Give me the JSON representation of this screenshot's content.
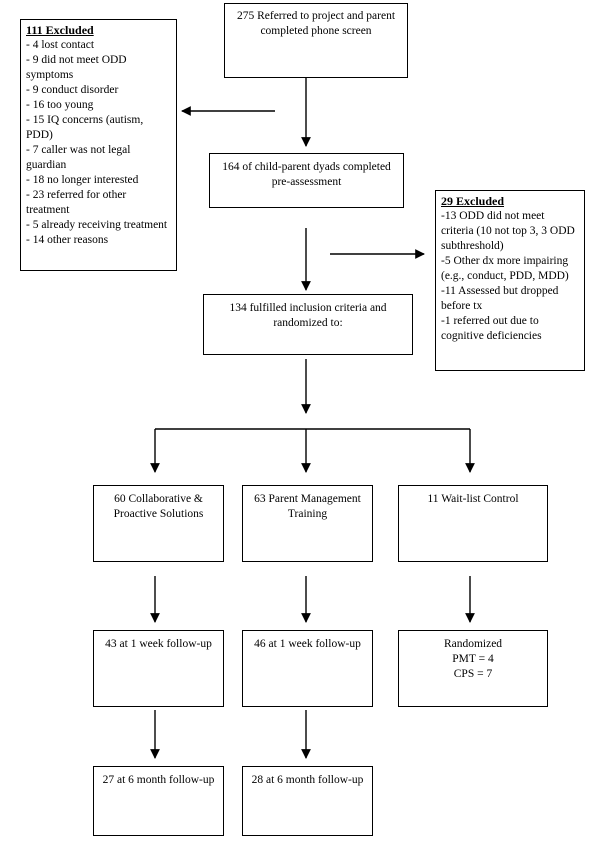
{
  "top": "275 Referred to project and parent completed phone screen",
  "preassess": "164 of child-parent dyads completed pre-assessment",
  "randomized": "134 fulfilled inclusion criteria and randomized to:",
  "excluded1": {
    "title": "111 Excluded",
    "items": [
      "- 4 lost contact",
      "- 9 did not meet ODD symptoms",
      "- 9 conduct disorder",
      "- 16 too young",
      "- 15 IQ concerns (autism, PDD)",
      "- 7 caller was not legal guardian",
      "- 18 no longer interested",
      "- 23 referred for other treatment",
      "- 5 already receiving treatment",
      "- 14 other reasons"
    ]
  },
  "excluded2": {
    "title": "29 Excluded",
    "items": [
      "-13 ODD did not meet criteria (10 not top 3, 3 ODD subthreshold)",
      "-5 Other dx more impairing (e.g., conduct, PDD, MDD)",
      "-11 Assessed but dropped before tx",
      "-1 referred out due to cognitive deficiencies"
    ]
  },
  "arms": {
    "cps": "60 Collaborative & Proactive Solutions",
    "pmt": "63 Parent Management Training",
    "wait": "11 Wait-list Control"
  },
  "followup1": {
    "cps": "43 at 1 week follow-up",
    "pmt": "46 at 1 week follow-up"
  },
  "waitlist_result": {
    "title": "Randomized",
    "pmt": "PMT = 4",
    "cps": "CPS = 7"
  },
  "followup6": {
    "cps": "27 at 6 month follow-up",
    "pmt": "28 at 6 month follow-up"
  }
}
